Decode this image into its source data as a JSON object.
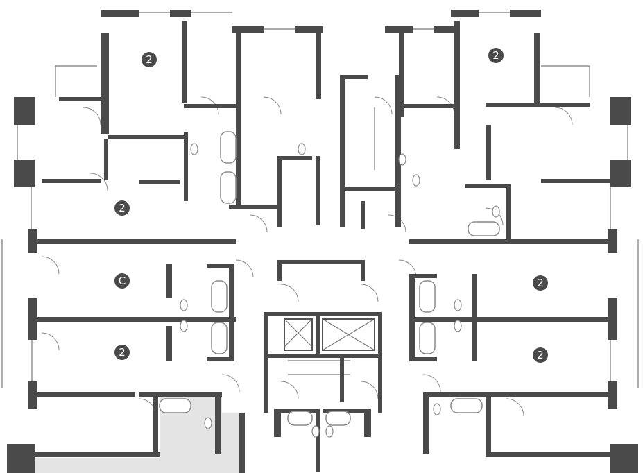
{
  "colors": {
    "wall": "#4a4a4a",
    "highlight": "#e4e4e4",
    "fixture": "#8a8a8a"
  },
  "rooms": [
    {
      "label": "2"
    },
    {
      "label": "2"
    },
    {
      "label": "2"
    },
    {
      "label": "C"
    },
    {
      "label": "2"
    },
    {
      "label": "2"
    },
    {
      "label": "2"
    }
  ]
}
